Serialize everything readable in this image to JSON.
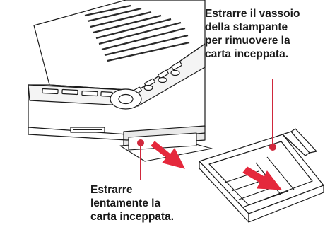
{
  "callouts": {
    "tray": {
      "lines": [
        "Estrarre il vassoio",
        "della stampante",
        "per rimuovere la",
        "carta inceppata."
      ]
    },
    "paper": {
      "lines": [
        "Estrarre",
        "lentamente la",
        "carta inceppata."
      ]
    }
  },
  "colors": {
    "leader_line": "#d0283c",
    "arrow_fill": "#e5283c",
    "outline": "#1a1a1a",
    "vent": "#2a2a2a"
  }
}
